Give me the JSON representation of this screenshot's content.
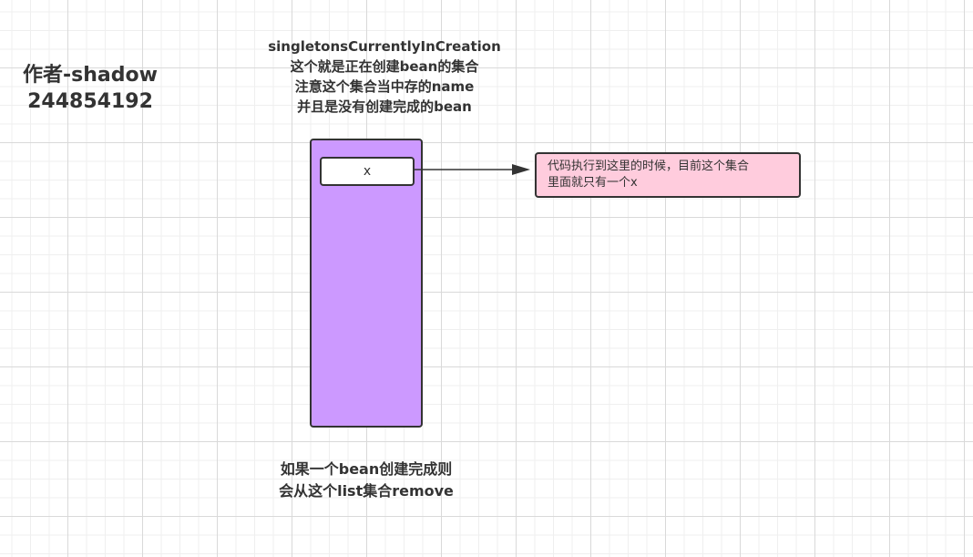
{
  "author": {
    "line1": "作者-shadow",
    "line2": "244854192"
  },
  "title_block": {
    "lines": [
      "singletonsCurrentlyInCreation",
      "这个就是正在创建bean的集合",
      "注意这个集合当中存的name",
      "并且是没有创建完成的bean"
    ]
  },
  "collection": {
    "item_label": "x",
    "fill_color": "#cc99ff"
  },
  "note": {
    "lines": [
      "代码执行到这里的时候，目前这个集合",
      "里面就只有一个x"
    ],
    "fill_color": "#ffccdd"
  },
  "bottom_note": {
    "lines": [
      "如果一个bean创建完成则",
      "会从这个list集合remove"
    ]
  }
}
